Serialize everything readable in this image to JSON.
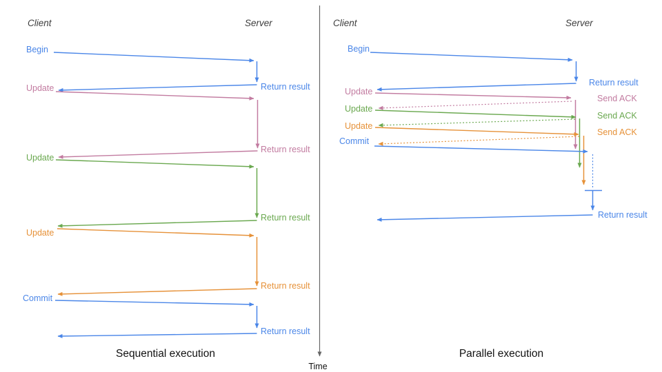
{
  "colors": {
    "blue": "#4a86e8",
    "pink": "#c27ba0",
    "green": "#6aa84f",
    "orange": "#e69138",
    "axis": "#666666",
    "header": "#3d3d3d",
    "caption": "#111111"
  },
  "time_axis": {
    "label": "Time"
  },
  "left": {
    "client": "Client",
    "server": "Server",
    "caption": "Sequential execution",
    "messages": [
      {
        "label": "Begin",
        "response": "Return result",
        "color": "blue"
      },
      {
        "label": "Update",
        "response": "Return result",
        "color": "pink"
      },
      {
        "label": "Update",
        "response": "Return result",
        "color": "green"
      },
      {
        "label": "Update",
        "response": "Return result",
        "color": "orange"
      },
      {
        "label": "Commit",
        "response": "Return result",
        "color": "blue"
      }
    ]
  },
  "right": {
    "client": "Client",
    "server": "Server",
    "caption": "Parallel execution",
    "messages": [
      {
        "label": "Begin",
        "response": "Return result",
        "color": "blue"
      },
      {
        "label": "Update",
        "response": "Send ACK",
        "color": "pink"
      },
      {
        "label": "Update",
        "response": "Send ACK",
        "color": "green"
      },
      {
        "label": "Update",
        "response": "Send ACK",
        "color": "orange"
      },
      {
        "label": "Commit",
        "response": "Return result",
        "color": "blue"
      }
    ]
  }
}
